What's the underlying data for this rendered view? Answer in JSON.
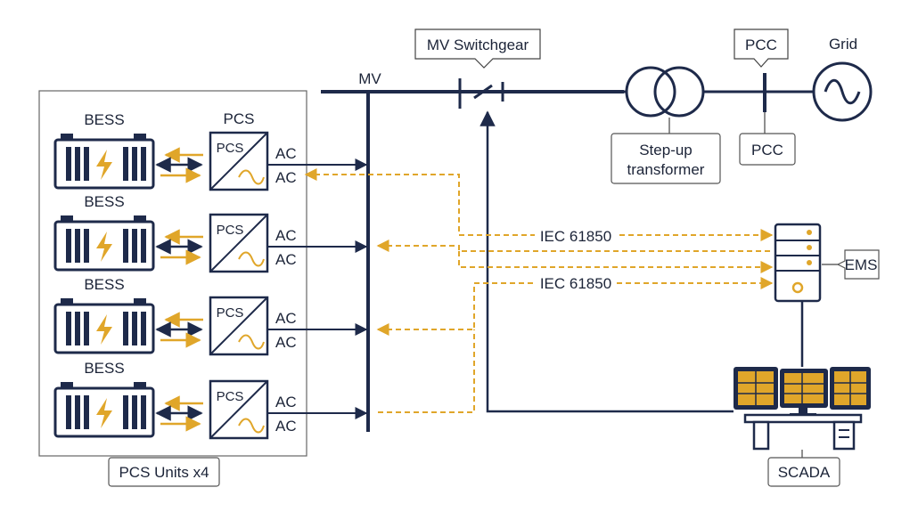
{
  "colors": {
    "navy": "#1e2a4a",
    "amber": "#e0a62a",
    "grey": "#555555"
  },
  "labels": {
    "mv_bus": "MV",
    "switchgear": "MV Switchgear",
    "pcc_top": "PCC",
    "pcc_bottom": "PCC",
    "grid": "Grid",
    "transformer_line1": "Step-up",
    "transformer_line2": "transformer",
    "iec_1": "IEC 61850",
    "iec_2": "IEC 61850",
    "ems": "EMS",
    "scada": "SCADA",
    "group": "PCS Units x4"
  },
  "units": [
    {
      "bess": "BESS",
      "pcs_header": "PCS",
      "pcs": "PCS",
      "ac1": "AC",
      "ac2": "AC"
    },
    {
      "bess": "BESS",
      "pcs_header": "",
      "pcs": "PCS",
      "ac1": "AC",
      "ac2": "AC"
    },
    {
      "bess": "BESS",
      "pcs_header": "",
      "pcs": "PCS",
      "ac1": "AC",
      "ac2": "AC"
    },
    {
      "bess": "BESS",
      "pcs_header": "",
      "pcs": "PCS",
      "ac1": "AC",
      "ac2": "AC"
    }
  ]
}
